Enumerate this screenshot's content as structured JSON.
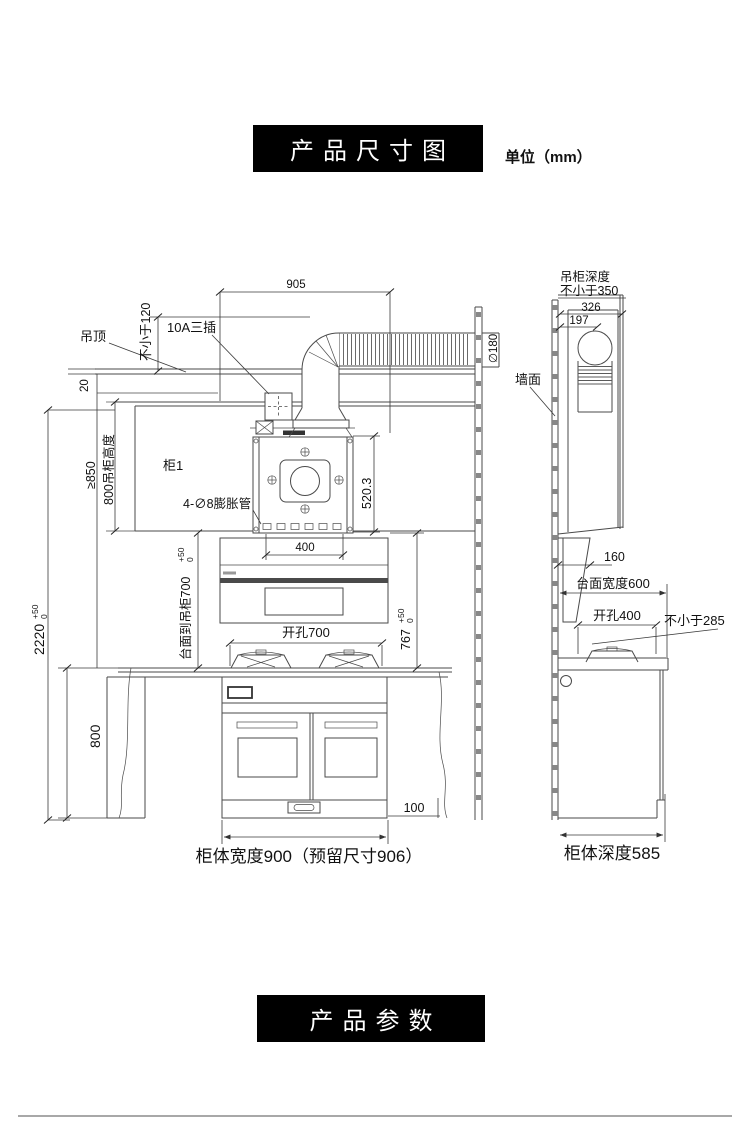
{
  "colors": {
    "header_bg": "#000000",
    "header_text": "#ffffff",
    "line": "#4a4a4a",
    "text": "#111111",
    "dark_band": "#4a4a4a",
    "divider": "#a8a8a8"
  },
  "header": {
    "title": "产品尺寸图",
    "unit": "单位（mm）"
  },
  "sections": {
    "params_title": "产品参数"
  },
  "front_view": {
    "ceiling_label": "吊顶",
    "min_clearance_120": "不小于120",
    "socket_label": "10A三插",
    "dim_905": "905",
    "dim_20": "20",
    "dim_2220": "2220",
    "tol_upper": "+50",
    "tol_lower": "0",
    "dim_ge_850": "≥850",
    "cabinet_height_label": "800吊柜高度",
    "cabinet1_label": "柜1",
    "expansion_bolts_label": "4-∅8膨胀管",
    "dim_400": "400",
    "dim_520_3": "520.3",
    "duct_diameter": "∅180",
    "counter_to_cabinet": "台面到吊柜700",
    "dim_767": "767",
    "cutout_700": "开孔700",
    "dim_800": "800",
    "dim_100": "100",
    "cabinet_width_note": "柜体宽度900（预留尺寸906）"
  },
  "side_view": {
    "cabinet_depth_line1": "吊柜深度",
    "cabinet_depth_line2": "不小于350",
    "dim_326": "326",
    "dim_197": "197",
    "wall_label": "墙面",
    "dim_160": "160",
    "counter_width_600": "台面宽度600",
    "cutout_400": "开孔400",
    "min_285": "不小于285",
    "cabinet_depth_note": "柜体深度585"
  }
}
